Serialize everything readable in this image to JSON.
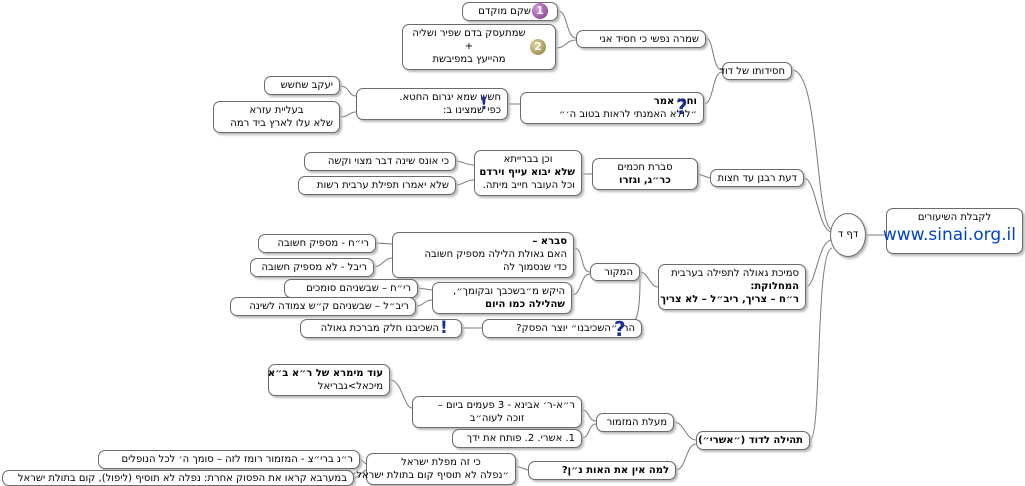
{
  "root": {
    "title": "לקבלת השיעורים",
    "site": "www.sinai.org.il"
  },
  "center": "דף ד",
  "hasidut": {
    "label": "חסידותו של דוד",
    "shmira": {
      "label": "שמרה נפשי כי חסיד אני",
      "n1": "שקם מוקדם",
      "n2_line1": "שמתעסק בדם שפיר ושליה",
      "n2_line2": "+",
      "n2_line3": "מהייעץ במפיבשת"
    },
    "vechorei": {
      "line1": "וחרי אמר",
      "line2": "״לולא האמנתי לראות בטוב ה׳״",
      "chashash": {
        "line1": "חשש שמא יגרום החטא.",
        "line2": "כפי שמצינו ב:",
        "yaakov": "יעקב שחשש",
        "olei_line1": "בעליית עזרא",
        "olei_line2": "שלא עלו לארץ ביד רמה"
      }
    }
  },
  "tzeit": {
    "label": "דעת רבנן עד חצות",
    "svarat": {
      "line1": "סברת חכמים",
      "line2": "כר״ג, וגזרו"
    },
    "vechen": {
      "line1": "וכן בברייתא",
      "line2": "שלא יבוא עייף וירדם",
      "line3": "וכל העובר חייב מיתה.",
      "kei_ones": "כי אונס שינה דבר מצוי וקשה",
      "shelo": "שלא יאמרו תפילת ערבית רשות"
    }
  },
  "smichat": {
    "line1": "סמיכת גאולה לתפילה בערבית",
    "line2": "המחלוקת:",
    "line3": "ר״ח – צריך, ריב״ל – לא צריך",
    "makor": {
      "label": "המקור",
      "svara": {
        "line1": "סברא –",
        "line2": "האם גאולת הלילה מספיק חשובה",
        "line3": "כדי שנסמוך לה",
        "r_y": "רי״ח - מספיק חשובה",
        "rl": "ריבל - לא מספיק חשובה"
      },
      "hekesh": {
        "line1": "היקש מ״בשכבך ובקומך״,",
        "line2": "שהלילה כמו היום",
        "r_y": "רי״ח – שבשניהם סומכים",
        "rl": "ריב״ל – שבשניהם ק״ש צמודה לשינה"
      },
      "hari": {
        "label": "הרי ״השכיבנו״ יוצר הפסק?",
        "answer": "השכיבנו חלק מברכת גאולה"
      }
    }
  },
  "tehila": {
    "label": "תהילה לדוד (״אשרי״)",
    "maalat": {
      "label": "מעלת המזמור",
      "ra": {
        "line1": "ר״א-ר׳ אבינא - 3 פעמים ביום –",
        "line2": "זוכה לעוה״ב",
        "od_line1": "עוד מימרא של ר״א ב״א",
        "od_line2": "מיכאל>גבריאל"
      },
      "ashrei": "1. אשרי. 2. פותח את ידך"
    },
    "lama": {
      "label": "למה אין את האות נ״ן?",
      "ki": {
        "line1": "כי זה מפלת ישראל",
        "line2": "״נפלה לא תוסיף קום בתולת ישראל״",
        "rnb": "ר״נ ברי״צ - המזמור רומז לזה – סומך ה׳ לכל הנופלים",
        "maarava": "במערבא קראו את הפסוק אחרת: נפלה לא תוסיף (ליפול), קום בתולת ישראל"
      }
    }
  },
  "icons": {
    "one": "1",
    "two": "2",
    "question": "?",
    "exclamation": "!"
  }
}
